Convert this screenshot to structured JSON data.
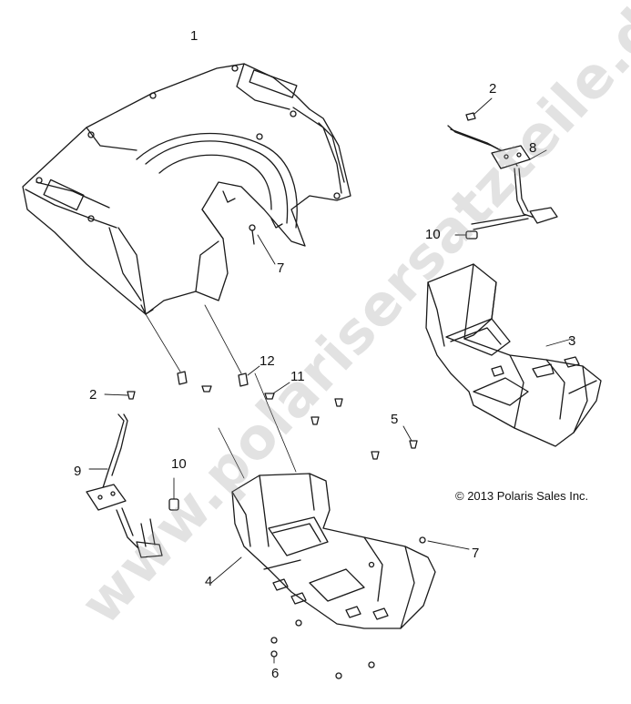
{
  "labels": {
    "p1": "1",
    "p2a": "2",
    "p2b": "2",
    "p3": "3",
    "p4": "4",
    "p5": "5",
    "p6": "6",
    "p7a": "7",
    "p7b": "7",
    "p8": "8",
    "p9": "9",
    "p10a": "10",
    "p10b": "10",
    "p11": "11",
    "p12": "12"
  },
  "copyright": "© 2013 Polaris Sales Inc.",
  "watermark": "www.polarisersatzteile.de"
}
